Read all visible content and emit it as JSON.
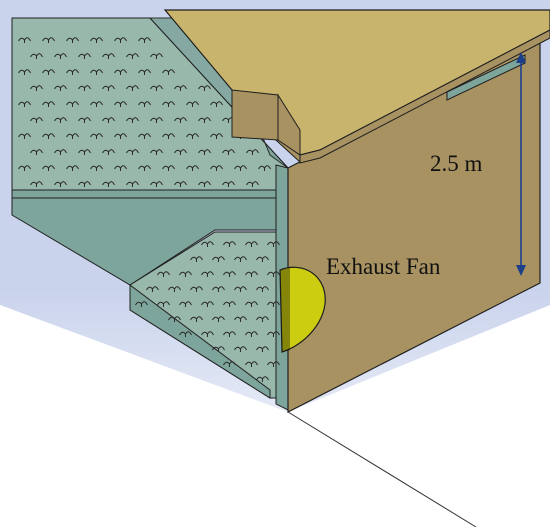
{
  "labels": {
    "height": "2.5 m",
    "fan": "Exhaust Fan"
  },
  "colors": {
    "sky_top": "#c9d3ec",
    "sky_bottom": "#ffffff",
    "wall": "#a89262",
    "roof": "#c8b46c",
    "shed_floor": "#99b8ac",
    "shed_wall": "#7ea59b",
    "fan": "#cccc10",
    "dimension_arrow": "#1c3f8a",
    "outline": "#1f1f1f"
  },
  "icons": {
    "bird_pattern": "bird-glyph",
    "dimension": "double-headed-arrow"
  }
}
